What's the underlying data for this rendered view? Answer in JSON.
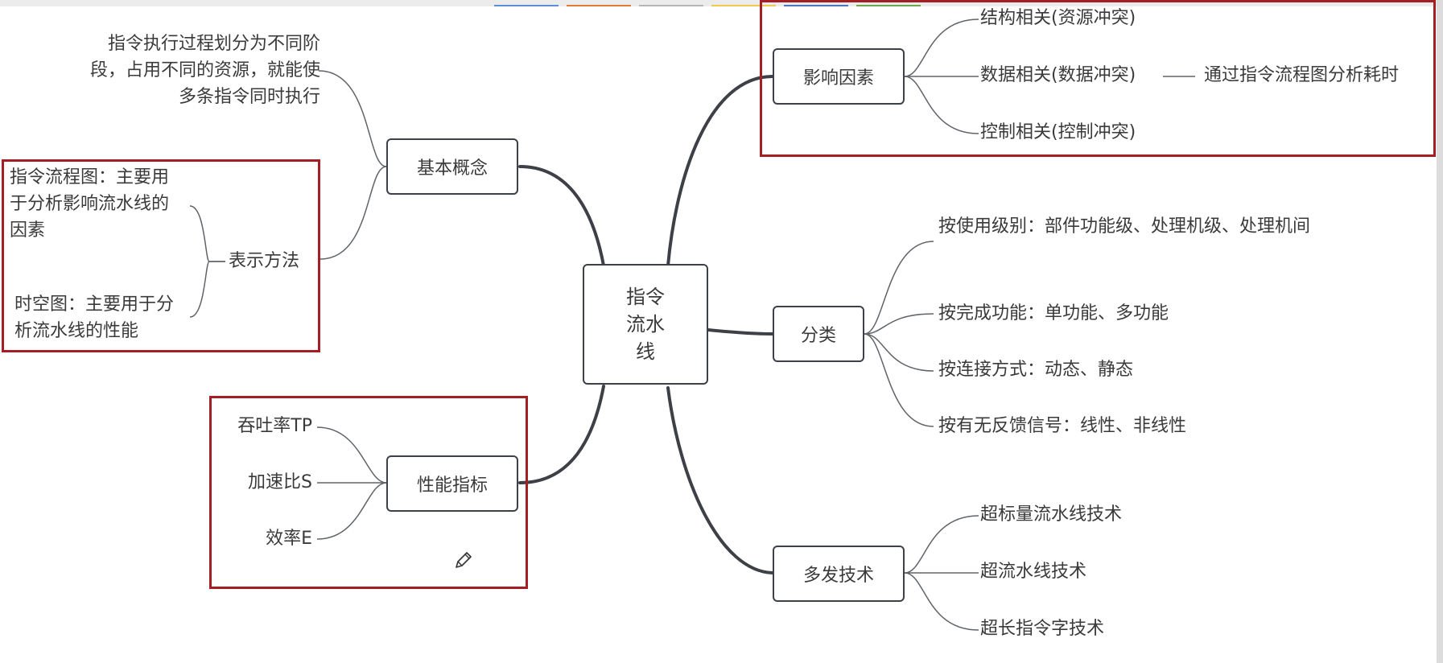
{
  "center": "指令流水线",
  "basic": {
    "label": "基本概念",
    "definition": "指令执行过程划分为不同阶段，占用不同的资源，就能使多条指令同时执行",
    "representation": {
      "label": "表示方法",
      "flowchart": "指令流程图：主要用于分析影响流水线的因素",
      "spacetime": "时空图：主要用于分析流水线的性能"
    }
  },
  "performance": {
    "label": "性能指标",
    "items": [
      "吞吐率TP",
      "加速比S",
      "效率E"
    ]
  },
  "factors": {
    "label": "影响因素",
    "items": [
      "结构相关(资源冲突)",
      "数据相关(数据冲突)",
      "控制相关(控制冲突)"
    ],
    "data_note": "通过指令流程图分析耗时"
  },
  "classification": {
    "label": "分类",
    "items": [
      "按使用级别：部件功能级、处理机级、处理机间",
      "按完成功能：单功能、多功能",
      "按连接方式：动态、静态",
      "按有无反馈信号：线性、非线性"
    ]
  },
  "multi_issue": {
    "label": "多发技术",
    "items": [
      "超标量流水线技术",
      "超流水线技术",
      "超长指令字技术"
    ]
  },
  "colors": {
    "frame": "#a31f24",
    "node_border": "#3d4147",
    "text": "#3a3a3a",
    "ticks": [
      "#5b8fd6",
      "#e07b3c",
      "#b5b5b5",
      "#f2c94c",
      "#4a78c2",
      "#6aa84f"
    ]
  },
  "icons": [
    "pencil-icon"
  ]
}
